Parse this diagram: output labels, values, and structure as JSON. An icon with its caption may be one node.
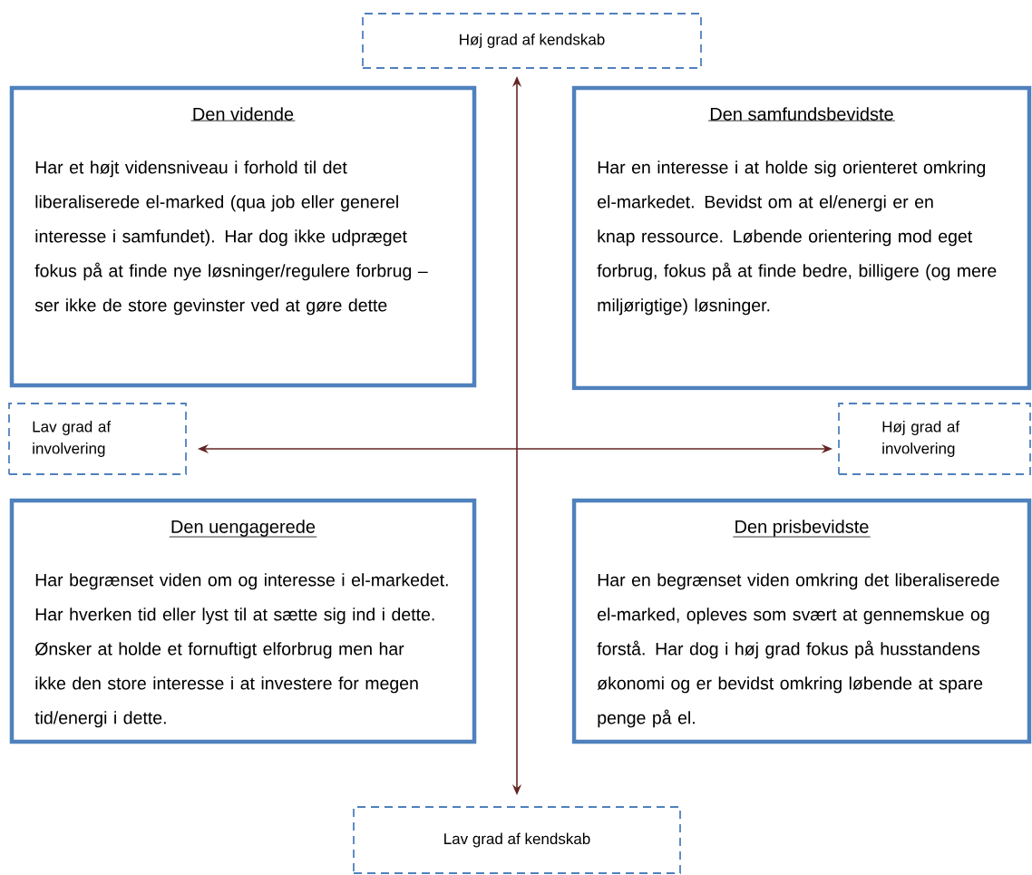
{
  "diagram": {
    "nodes": [
      {
        "text": [
          "Høj grad af kendskab"
        ]
      },
      {
        "text": [
          "Den vidende",
          "Har et højt vidensniveau i forhold til det liberaliserede el-marked (qua job eller generel interesse i samfundet). Har dog ikke udpræget fokus på at finde nye løsninger/regulere forbrug – ser ikke de store gevinster ved at gøre dette"
        ]
      },
      {
        "text": [
          "Den samfundsbevidste",
          "Har en interesse i at holde sig orienteret omkring el-markedet. Bevidst om at el/energi er en knap ressource. Løbende orientering mod eget forbrug, fokus på at finde bedre, billigere (og mere miljørigtige) løsninger."
        ]
      },
      {
        "text": [
          "Lav grad af involvering"
        ]
      },
      {
        "text": [
          "Høj grad af involvering"
        ]
      },
      {
        "text": [
          "Den uengagerede",
          "Har begrænset viden om og interesse i el-markedet. Har hverken tid eller lyst til at sætte sig ind i dette. Ønsker at holde et fornuftigt elforbrug men har ikke den store interesse i at investere for megen tid/energi i dette."
        ]
      },
      {
        "text": [
          "Den prisbevidste",
          "Har en begrænset viden omkring det liberaliserede el-marked, opleves som svært at gennemskue og forstå. Har dog i høj grad fokus på husstandens økonomi og er bevidst omkring løbende at spare penge på el."
        ]
      },
      {
        "text": [
          "Lav grad af kendskab"
        ]
      }
    ],
    "edges": [
      {
        "from": 0,
        "to": 7,
        "arrow": "both"
      },
      {
        "from": 3,
        "to": 4,
        "arrow": "both"
      }
    ]
  }
}
